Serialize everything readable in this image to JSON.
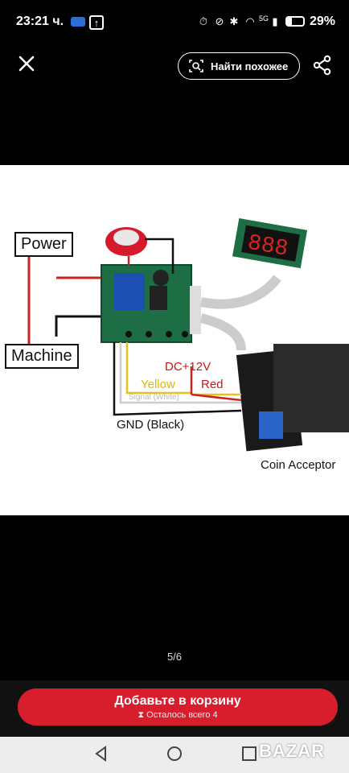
{
  "status_bar": {
    "time": "23:21 ч.",
    "battery": "29%",
    "network": "5G",
    "icons": [
      "notification-icon",
      "upload-icon",
      "alarm-icon",
      "no-disturb-icon",
      "bluetooth-icon",
      "wifi-icon",
      "signal-icon",
      "battery-icon"
    ]
  },
  "top_bar": {
    "find_similar_label": "Найти похожее",
    "icons": [
      "close-icon",
      "image-search-icon",
      "share-icon"
    ]
  },
  "product_image": {
    "labels": {
      "power": "Power",
      "machine": "Machine",
      "dc": "DC+12V",
      "yellow": "Yellow",
      "red": "Red",
      "signal": "Signal (White)",
      "gnd": "GND (Black)",
      "coin": "Coin Acceptor"
    },
    "counter": "5/6"
  },
  "cart": {
    "button_label": "Добавьте в корзину",
    "stock_text": "Осталось всего 4",
    "accent": "#d81e2c"
  },
  "watermark": "BAZAR"
}
